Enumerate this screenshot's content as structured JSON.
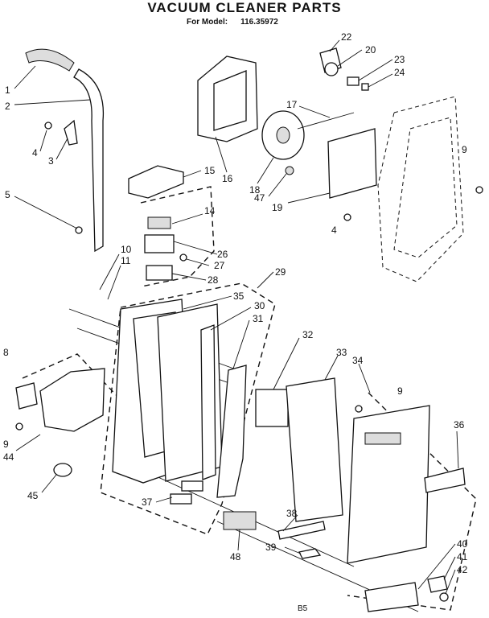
{
  "header": {
    "title": "VACUUM CLEANER PARTS",
    "model_label": "For Model:",
    "model_number": "116.35972"
  },
  "part_labels": [
    "1",
    "2",
    "3",
    "4",
    "4",
    "5",
    "8",
    "9",
    "9",
    "9",
    "10",
    "11",
    "14",
    "15",
    "16",
    "17",
    "18",
    "19",
    "20",
    "22",
    "23",
    "24",
    "26",
    "27",
    "28",
    "29",
    "30",
    "31",
    "32",
    "33",
    "34",
    "35",
    "36",
    "37",
    "38",
    "39",
    "40",
    "41",
    "42",
    "44",
    "45",
    "47",
    "48"
  ],
  "footer": {
    "code": "B5"
  }
}
